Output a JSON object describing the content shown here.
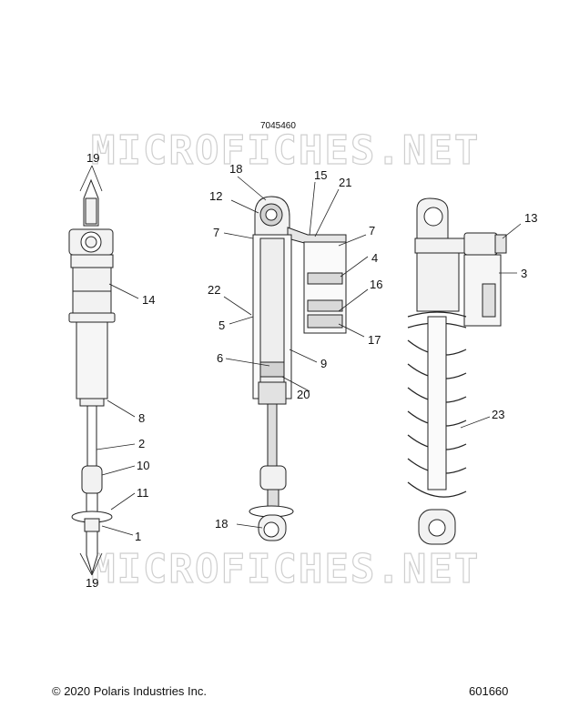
{
  "diagram_id": "7045460",
  "watermark_text": "MICROFICHES.NET",
  "footer": {
    "copyright": "© 2020 Polaris Industries Inc.",
    "sheet_number": "601660"
  },
  "colors": {
    "line": "#222222",
    "fill_body": "#f0f0f0",
    "fill_dark": "#d2d2d2",
    "watermark": "#cfcfcf"
  },
  "labels": {
    "l19_top": "19",
    "l14": "14",
    "l8": "8",
    "l2": "2",
    "l10": "10",
    "l11": "11",
    "l1": "1",
    "l19_bot": "19",
    "l18_top": "18",
    "l12": "12",
    "l7_left": "7",
    "l22": "22",
    "l5": "5",
    "l6": "6",
    "l18_bot": "18",
    "l15": "15",
    "l21": "21",
    "l7_right": "7",
    "l4": "4",
    "l16": "16",
    "l17": "17",
    "l9": "9",
    "l20": "20",
    "l13": "13",
    "l3": "3",
    "l23": "23"
  }
}
